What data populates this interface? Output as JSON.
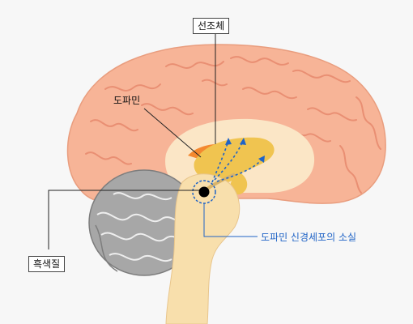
{
  "labels": {
    "striatum": "선조체",
    "dopamine": "도파민",
    "substantia_nigra": "흑색질",
    "neuron_loss": "도파민 신경세포의 소실"
  },
  "colors": {
    "background": "#f7f7f7",
    "cortex": "#f7b497",
    "cortex_fold": "#e98f73",
    "brainstem": "#f8dfac",
    "striatum": "#f0c450",
    "corpus_callosum": "#f4882f",
    "cerebellum": "#a7a7a7",
    "highlight_blue": "#1f63c6"
  },
  "icons": {
    "nigra_marker": "black-dot",
    "pathway": "dashed-blue-arrows"
  }
}
